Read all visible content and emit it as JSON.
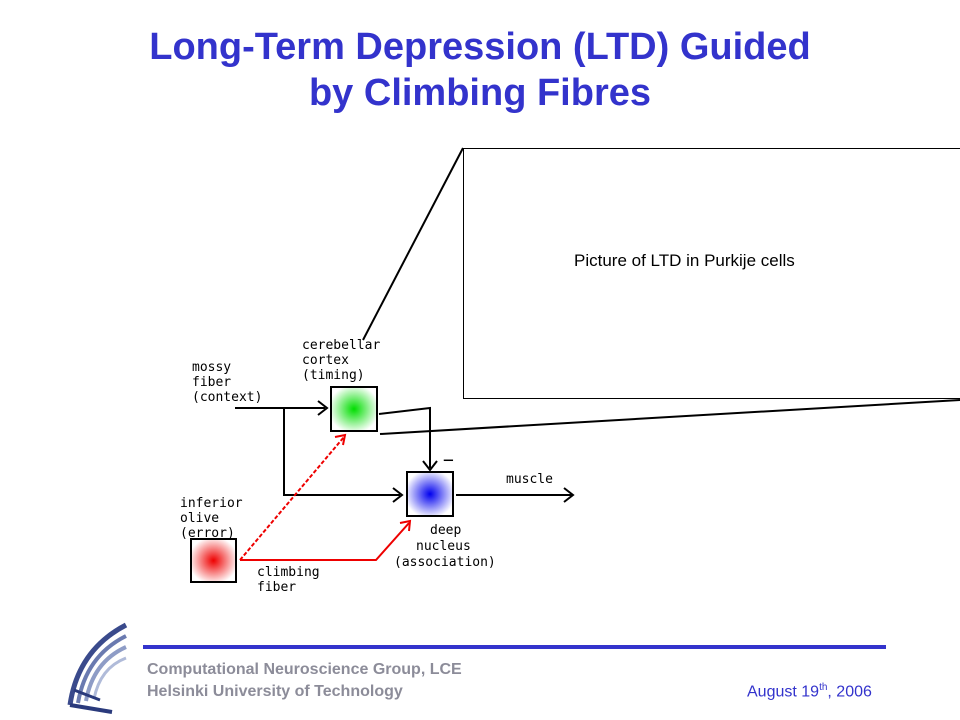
{
  "title": {
    "line1": "Long-Term Depression (LTD) Guided",
    "line2": "by Climbing Fibres"
  },
  "picture_placeholder": {
    "label": "Picture of LTD in Purkije cells"
  },
  "diagram": {
    "mossy_fiber": [
      "mossy",
      "fiber",
      "(context)"
    ],
    "cerebellar_cortex": [
      "cerebellar",
      "cortex",
      "(timing)"
    ],
    "inferior_olive": [
      "inferior",
      "olive",
      "(error)"
    ],
    "climbing_fiber": [
      "climbing",
      "fiber"
    ],
    "deep_nucleus": [
      "deep",
      "nucleus",
      "(association)"
    ],
    "muscle": "muscle",
    "inhibition_sign": "−",
    "colors": {
      "cortex_node": "#00dd00",
      "deep_nucleus_node": "#0000ee",
      "olive_node": "#ee0000",
      "climbing_fiber_line": "#ee0000",
      "title": "#3333cc"
    }
  },
  "footer": {
    "group_line1": "Computational Neuroscience Group, LCE",
    "group_line2": "Helsinki University of Technology",
    "date_main": "August 19",
    "date_sup": "th",
    "date_year": ", 2006"
  }
}
